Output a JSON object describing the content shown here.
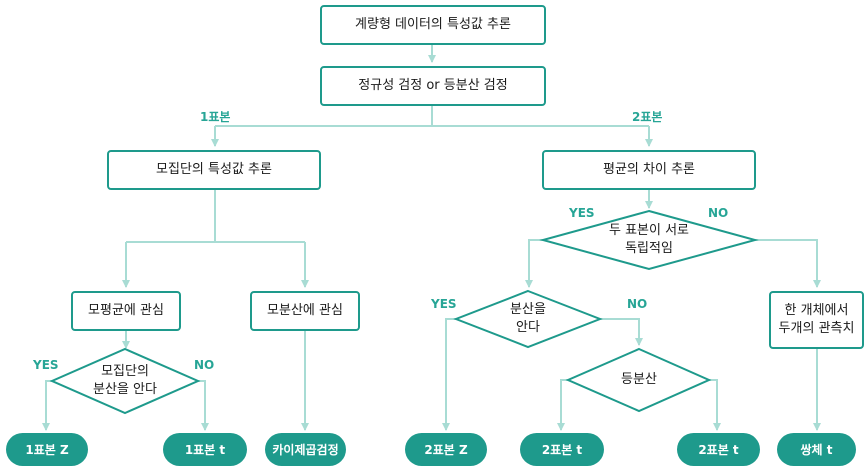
{
  "nodes": {
    "root": "계량형 데이터의 특성값 추론",
    "normality": "정규성 검정 or 등분산 검정",
    "pop_infer": "모집단의 특성값 추론",
    "diff_infer": "평균의 차이 추론",
    "mean_interest": "모평균에 관심",
    "var_interest": "모분산에 관심",
    "pop_var_known": "모집단의\n분산을 안다",
    "independent": "두 표본이 서로\n독립적임",
    "var_known": "분산을\n안다",
    "equal_var": "등분산",
    "paired": "한 개체에서\n두개의 관측치"
  },
  "edge_labels": {
    "one_sample": "1표본",
    "two_sample": "2표본",
    "yes": "YES",
    "no": "NO"
  },
  "results": {
    "one_z": "1표본 Z",
    "one_t": "1표본 t",
    "chi": "카이제곱검정",
    "two_z": "2표본 Z",
    "two_t_a": "2표본 t",
    "two_t_b": "2표본 t",
    "paired_t": "쌍체 t"
  },
  "colors": {
    "border": "#1e9a8c",
    "arrow": "#a8dcd4",
    "label": "#27a596",
    "pill": "#1e9a8c"
  }
}
